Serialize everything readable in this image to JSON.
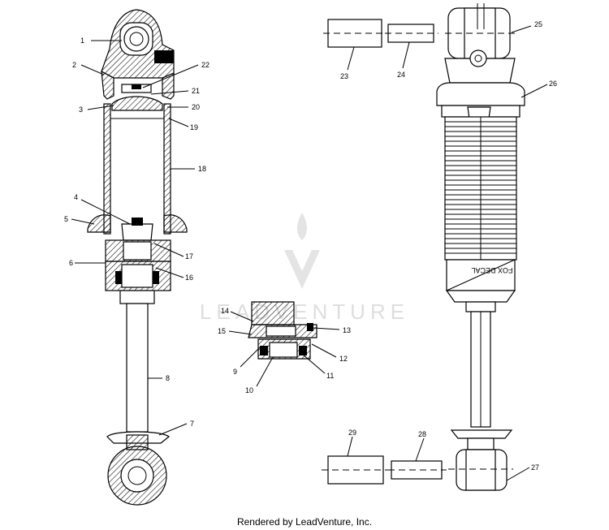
{
  "callouts": [
    "1",
    "2",
    "3",
    "4",
    "5",
    "6",
    "7",
    "8",
    "9",
    "10",
    "11",
    "12",
    "13",
    "14",
    "15",
    "16",
    "17",
    "18",
    "19",
    "20",
    "21",
    "22",
    "23",
    "24",
    "25",
    "26",
    "27",
    "28",
    "29"
  ],
  "decal_text": "FOX DECAL",
  "watermark": "LEADVENTURE",
  "footer": "Rendered by LeadVenture, Inc."
}
